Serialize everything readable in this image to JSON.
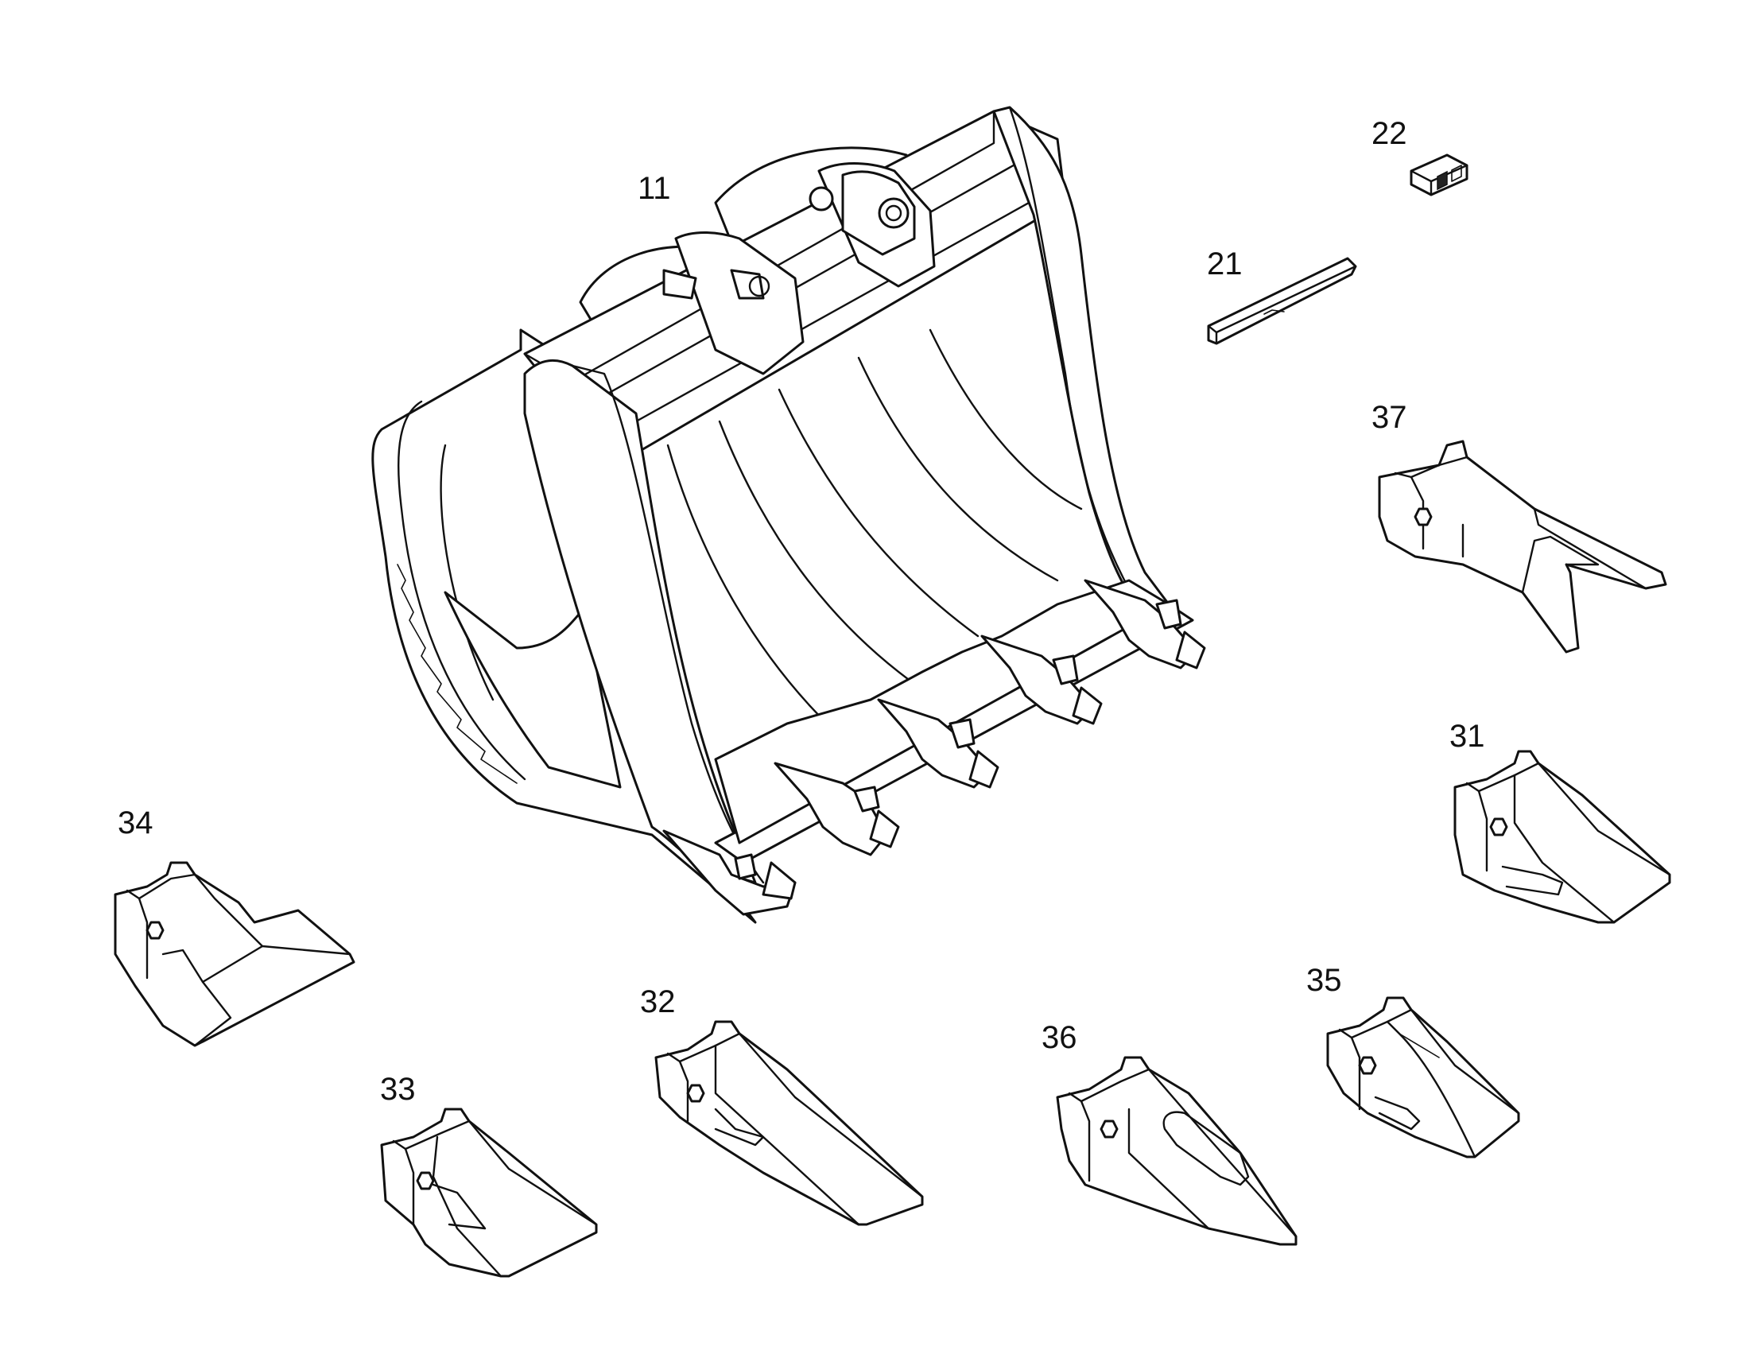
{
  "diagram": {
    "parts": [
      {
        "id": "bucket",
        "label": "11"
      },
      {
        "id": "wear-strip",
        "label": "21"
      },
      {
        "id": "cap",
        "label": "22"
      },
      {
        "id": "tooth-31",
        "label": "31"
      },
      {
        "id": "tooth-32",
        "label": "32"
      },
      {
        "id": "tooth-33",
        "label": "33"
      },
      {
        "id": "tooth-34",
        "label": "34"
      },
      {
        "id": "tooth-35",
        "label": "35"
      },
      {
        "id": "tooth-36",
        "label": "36"
      },
      {
        "id": "tooth-37",
        "label": "37"
      }
    ],
    "colors": {
      "line": "#111111",
      "background": "#ffffff"
    }
  }
}
